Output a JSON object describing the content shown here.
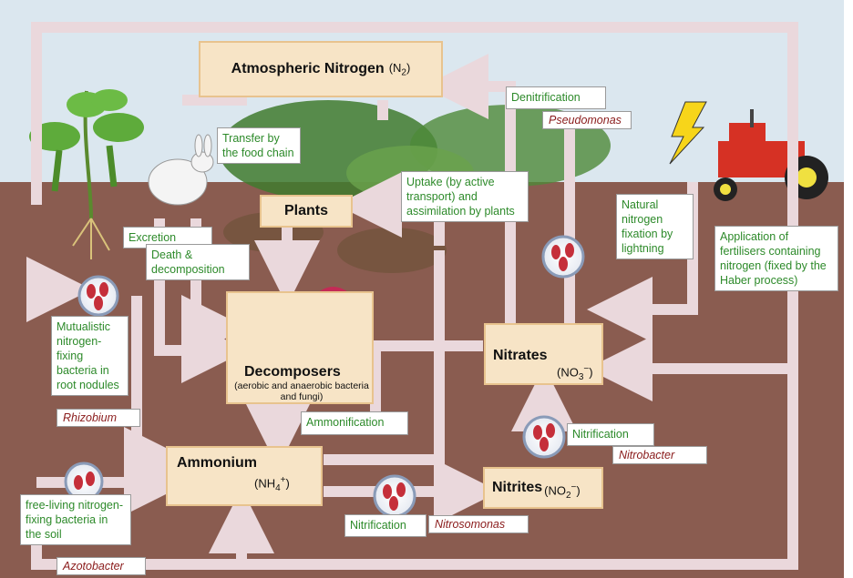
{
  "boxes": {
    "atmospheric_nitrogen": {
      "label": "Atmospheric Nitrogen",
      "formula": "(N",
      "formula_sub": "2",
      "formula_end": ")"
    },
    "plants": {
      "label": "Plants"
    },
    "decomposers": {
      "label": "Decomposers",
      "subtitle": "(aerobic and anaerobic bacteria and fungi)"
    },
    "ammonium": {
      "label": "Ammonium",
      "formula": "(NH",
      "formula_sub": "4",
      "formula_sup": "+",
      "formula_end": ")"
    },
    "nitrites": {
      "label": "Nitrites",
      "formula": "(NO",
      "formula_sub": "2",
      "formula_sup": "−",
      "formula_end": ")"
    },
    "nitrates": {
      "label": "Nitrates",
      "formula": "(NO",
      "formula_sub": "3",
      "formula_sup": "−",
      "formula_end": ")"
    }
  },
  "labels": {
    "transfer_food_chain": "Transfer by the food chain",
    "denitrification": "Denitrification",
    "uptake": "Uptake (by active transport) and assimilation by plants",
    "natural_fixation": "Natural nitrogen fixation by lightning",
    "fertilisers": "Application of fertilisers containing nitrogen (fixed by the Haber process)",
    "excretion": "Excretion",
    "death_decomposition": "Death & decomposition",
    "mutualistic": "Mutualistic nitrogen-fixing bacteria in root nodules",
    "ammonification": "Ammonification",
    "nitrification_lower": "Nitrification",
    "nitrification_upper": "Nitrification",
    "free_living": "free-living nitrogen-fixing bacteria in the soil"
  },
  "organisms": {
    "pseudomonas": "Pseudomonas",
    "rhizobium": "Rhizobium",
    "nitrosomonas": "Nitrosomonas",
    "nitrobacter": "Nitrobacter",
    "azotobacter": "Azotobacter"
  },
  "colors": {
    "sky": "#dbe7ef",
    "soil": "#8a5c50",
    "arrow": "#ead8dc",
    "box_fill": "#f7e4c6",
    "label_text": "#2d8a2a",
    "organism_text": "#8a1b1b"
  }
}
